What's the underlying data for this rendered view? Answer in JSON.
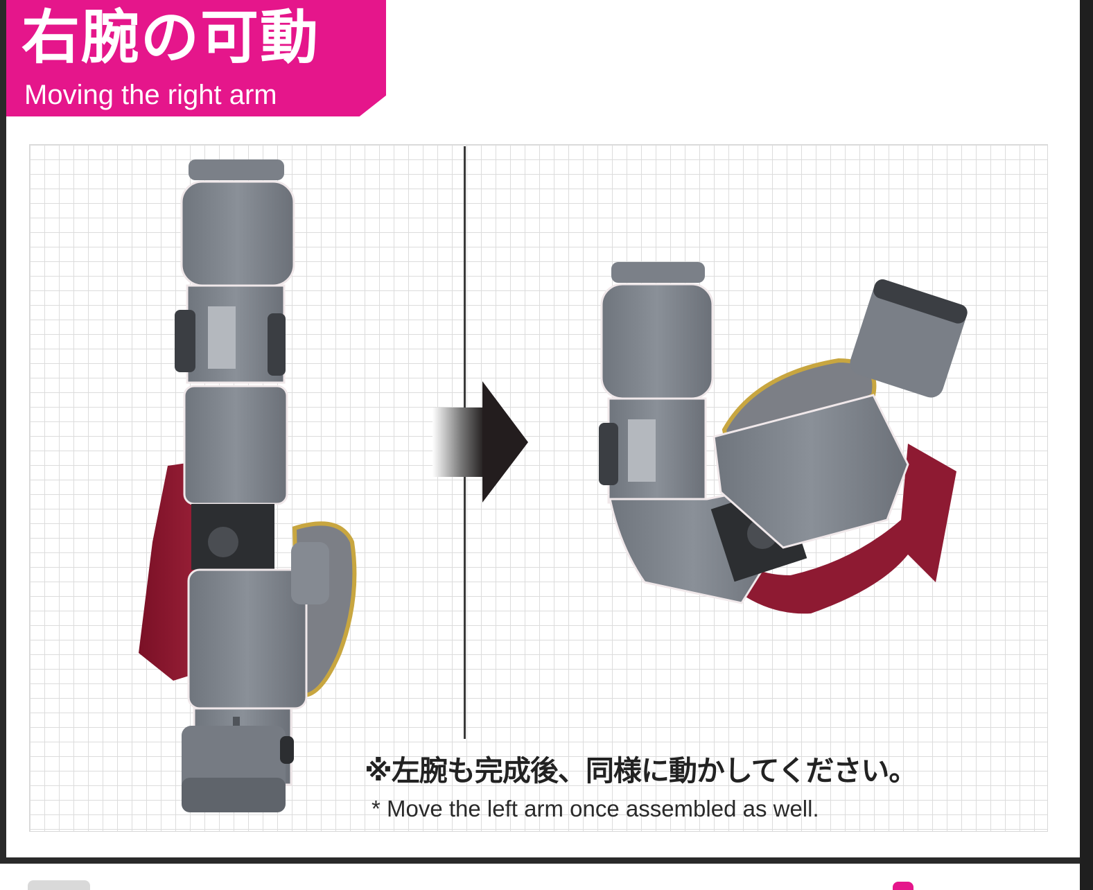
{
  "header": {
    "title_ja": "右腕の可動",
    "title_en": "Moving the right arm",
    "accent_color": "#e5168b"
  },
  "figures": {
    "before": {
      "icon": "straight-right-arm-illustration"
    },
    "arrow": {
      "icon": "arrow-right-icon"
    },
    "after": {
      "icon": "bent-right-arm-illustration"
    }
  },
  "note": {
    "ja": "※左腕も完成後、同様に動かしてください。",
    "en": "* Move the left arm once assembled as well."
  }
}
